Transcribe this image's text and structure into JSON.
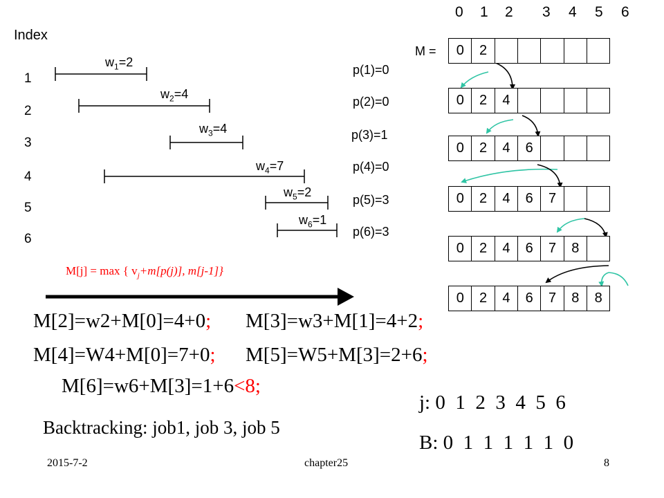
{
  "index_header": "Index",
  "job_indices": [
    "1",
    "2",
    "3",
    "4",
    "5",
    "6"
  ],
  "weights": [
    {
      "w": "w",
      "sub": "1",
      "val": "=2"
    },
    {
      "w": "w",
      "sub": "2",
      "val": "=4"
    },
    {
      "w": "w",
      "sub": "3",
      "val": "=4"
    },
    {
      "w": "w",
      "sub": "4",
      "val": "=7"
    },
    {
      "w": "w",
      "sub": "5",
      "val": "=2"
    },
    {
      "w": "w",
      "sub": "6",
      "val": "=1"
    }
  ],
  "p_values": [
    "p(1)=0",
    "p(2)=0",
    "p(3)=1",
    "p(4)=0",
    "p(5)=3",
    "p(6)=3"
  ],
  "recurrence": {
    "lhs": "M[j] = max { v",
    "sub": "j",
    "rhs": "+m[p(j)], m[j-1]}"
  },
  "col_headers": [
    "0",
    "1",
    "2",
    "3",
    "4",
    "5",
    "6"
  ],
  "m_label": "M =",
  "m_rows": [
    [
      "0",
      "2",
      "",
      "",
      "",
      "",
      ""
    ],
    [
      "0",
      "2",
      "4",
      "",
      "",
      "",
      ""
    ],
    [
      "0",
      "2",
      "4",
      "6",
      "",
      "",
      ""
    ],
    [
      "0",
      "2",
      "4",
      "6",
      "7",
      "",
      ""
    ],
    [
      "0",
      "2",
      "4",
      "6",
      "7",
      "8",
      ""
    ],
    [
      "0",
      "2",
      "4",
      "6",
      "7",
      "8",
      "8"
    ]
  ],
  "formulas": {
    "f1": "M[2]=w2+M[0]=4+0",
    "f1_semi": ";",
    "f2": "M[3]=w3+M[1]=4+2",
    "f2_semi": ";",
    "f3": "M[4]=W4+M[0]=7+0",
    "f3_semi": ";",
    "f4": "M[5]=W5+M[3]=2+6",
    "f4_semi": ";",
    "f5": "M[6]=w6+M[3]=1+6",
    "f5_tail": "<8;"
  },
  "backtracking": "Backtracking: job1, job 3, job 5",
  "j_row": "j: 0  1  2  3  4  5  6",
  "b_row": "B: 0  1  1  1  1  1  0",
  "footer": {
    "date": "2015-7-2",
    "chapter": "chapter25",
    "page": "8"
  },
  "colors": {
    "arrow_teal": "#2ec4a4",
    "arrow_black": "#000000",
    "accent_red": "#ff0000"
  }
}
